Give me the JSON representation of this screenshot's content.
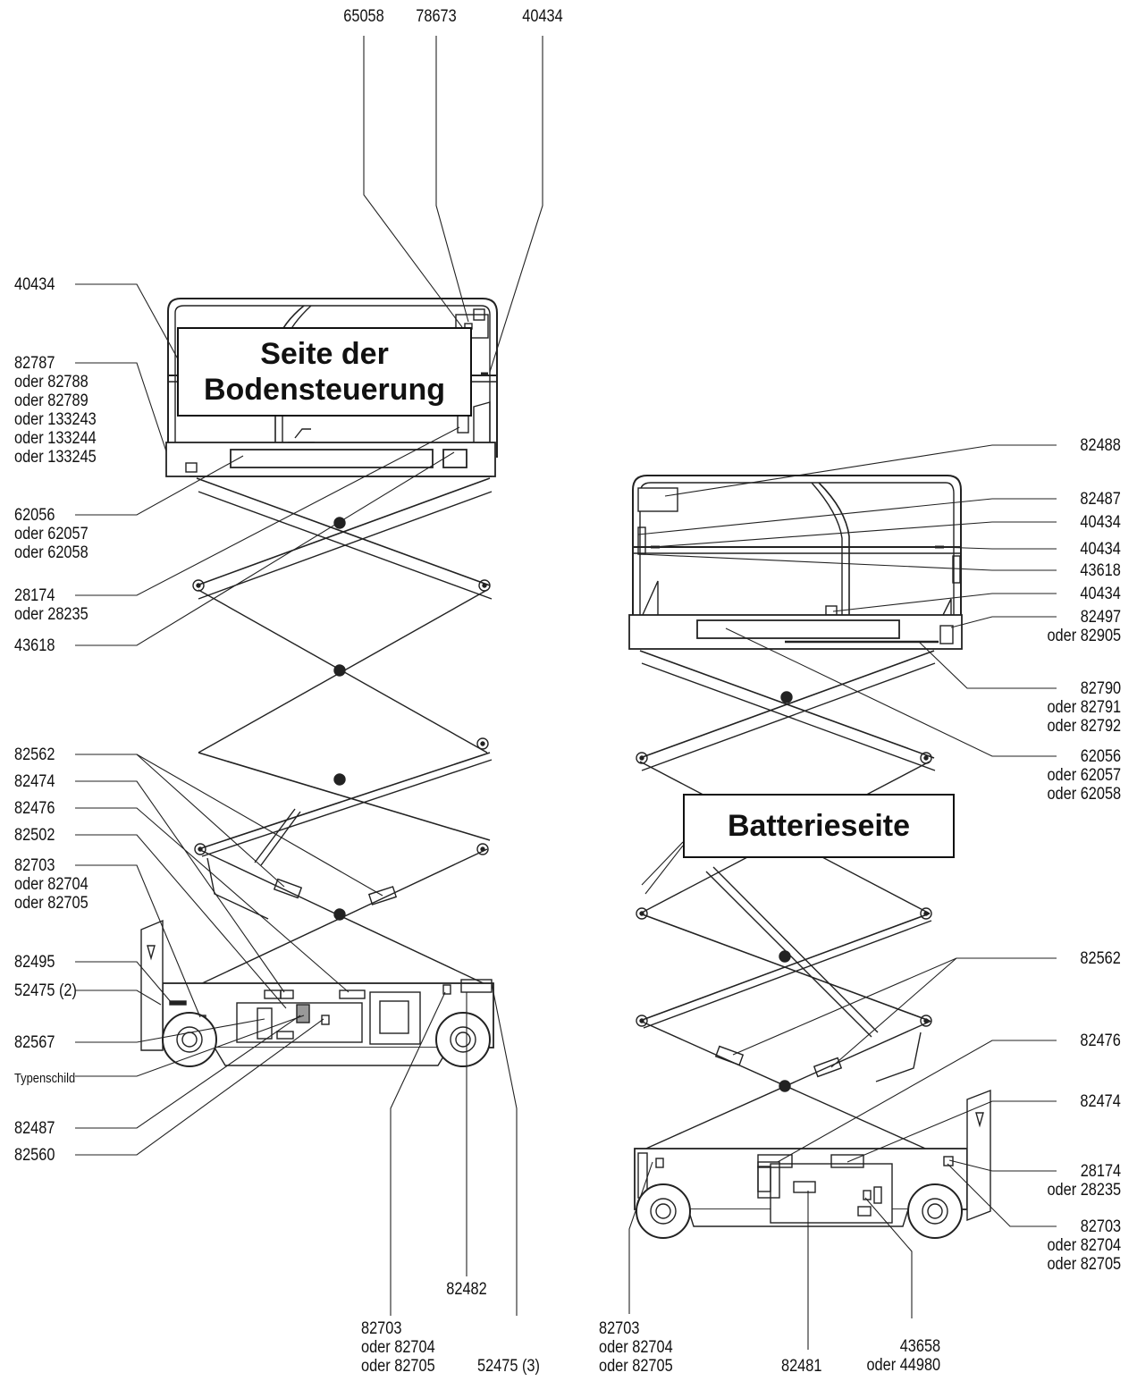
{
  "side_labels": {
    "ground_control": [
      "Seite der",
      "Bodensteuerung"
    ],
    "battery": "Batterieseite"
  },
  "top_callouts": [
    "65058",
    "78673",
    "40434"
  ],
  "left_callouts": [
    [
      "40434"
    ],
    [
      "82787",
      "oder 82788",
      "oder 82789",
      "oder 133243",
      "oder 133244",
      "oder 133245"
    ],
    [
      "62056",
      "oder 62057",
      "oder 62058"
    ],
    [
      "28174",
      "oder 28235"
    ],
    [
      "43618"
    ],
    [
      "82562"
    ],
    [
      "82474"
    ],
    [
      "82476"
    ],
    [
      "82502"
    ],
    [
      "82703",
      "oder 82704",
      "oder 82705"
    ],
    [
      "82495"
    ],
    [
      "52475 (2)"
    ],
    [
      "82567"
    ],
    [
      "Typenschild"
    ],
    [
      "82487"
    ],
    [
      "82560"
    ]
  ],
  "bottom_left_callouts": [
    [
      "82482"
    ],
    [
      "82703",
      "oder 82704",
      "oder 82705"
    ],
    [
      "52475 (3)"
    ]
  ],
  "right_callouts": [
    [
      "82488"
    ],
    [
      "82487"
    ],
    [
      "40434"
    ],
    [
      "40434"
    ],
    [
      "43618"
    ],
    [
      "40434"
    ],
    [
      "82497",
      "oder 82905"
    ],
    [
      "82790",
      "oder 82791",
      "oder 82792"
    ],
    [
      "62056",
      "oder 62057",
      "oder 62058"
    ],
    [
      "82562"
    ],
    [
      "82476"
    ],
    [
      "82474"
    ],
    [
      "28174",
      "oder 28235"
    ],
    [
      "82703",
      "oder 82704",
      "oder 82705"
    ]
  ],
  "bottom_right_callouts": [
    [
      "82703",
      "oder 82704",
      "oder 82705"
    ],
    [
      "82481"
    ],
    [
      "43658",
      "oder 44980"
    ]
  ]
}
